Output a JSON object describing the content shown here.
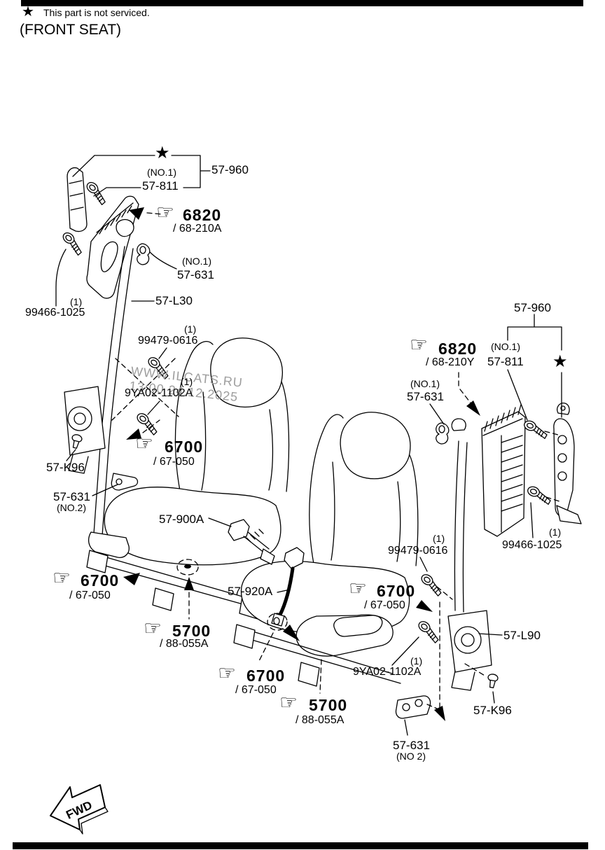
{
  "header": {
    "note": "This part is not serviced.",
    "title": "(FRONT SEAT)"
  },
  "icons": {
    "star": "★",
    "manicule": "☞"
  },
  "watermark": {
    "site": "WWW.ILCATS.RU",
    "datetime": "13:00 24.12.2025"
  },
  "fwd": {
    "label": "FWD"
  },
  "parts": {
    "p57_960": "57-960",
    "p57_811": "57-811",
    "p57_631": "57-631",
    "p57_L30": "57-L30",
    "p57_L90": "57-L90",
    "p57_K96": "57-K96",
    "p57_900A": "57-900A",
    "p57_920A": "57-920A",
    "p6820": "6820",
    "sub_68_210A": "/ 68-210A",
    "sub_68_210Y": "/ 68-210Y",
    "p6700": "6700",
    "sub_67_050": "/ 67-050",
    "p5700": "5700",
    "sub_88_055A": "/ 88-055A",
    "p99466_1025": "99466-1025",
    "p99479_0616": "99479-0616",
    "p9YA02_1102A": "9YA02-1102A",
    "qty_1": "(1)",
    "no_1": "(NO.1)",
    "no_2": "(NO.2)",
    "no_2_plain": "(NO 2)"
  },
  "colors": {
    "ink": "#000000",
    "watermark": "#9e9e9e"
  }
}
